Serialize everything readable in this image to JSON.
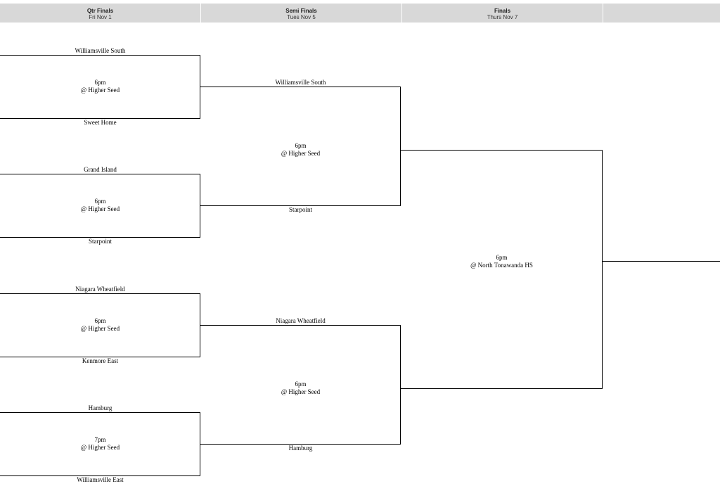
{
  "rounds": [
    {
      "title": "Qtr Finals",
      "date": "Fri Nov 1"
    },
    {
      "title": "Semi Finals",
      "date": "Tues Nov 5"
    },
    {
      "title": "Finals",
      "date": "Thurs Nov 7"
    },
    {
      "title": "",
      "date": ""
    }
  ],
  "quarterfinals": [
    {
      "top": "Williamsville South",
      "bottom": "Sweet Home",
      "time": "6pm",
      "venue": "@ Higher Seed"
    },
    {
      "top": "Grand Island",
      "bottom": "Starpoint",
      "time": "6pm",
      "venue": "@ Higher Seed"
    },
    {
      "top": "Niagara Wheatfield",
      "bottom": "Kenmore East",
      "time": "6pm",
      "venue": "@ Higher Seed"
    },
    {
      "top": "Hamburg",
      "bottom": "Williamsville East",
      "time": "7pm",
      "venue": "@ Higher Seed"
    }
  ],
  "semifinals": [
    {
      "top": "Williamsville South",
      "bottom": "Starpoint",
      "time": "6pm",
      "venue": "@ Higher Seed"
    },
    {
      "top": "Niagara Wheatfield",
      "bottom": "Hamburg",
      "time": "6pm",
      "venue": "@ Higher Seed"
    }
  ],
  "final": {
    "time": "6pm",
    "venue": "@ North Tonawanda HS"
  }
}
